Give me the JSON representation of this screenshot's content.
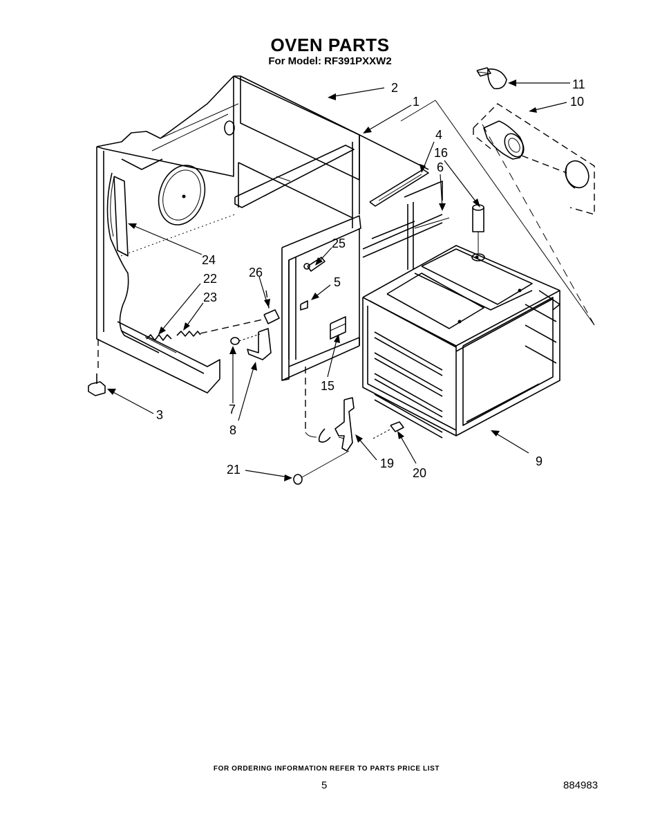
{
  "header": {
    "title": "OVEN PARTS",
    "model_line": "For Model: RF391PXXW2"
  },
  "callouts": [
    {
      "id": "c1",
      "label": "1"
    },
    {
      "id": "c2",
      "label": "2"
    },
    {
      "id": "c3",
      "label": "3"
    },
    {
      "id": "c4",
      "label": "4"
    },
    {
      "id": "c5",
      "label": "5"
    },
    {
      "id": "c6",
      "label": "6"
    },
    {
      "id": "c7",
      "label": "7"
    },
    {
      "id": "c8",
      "label": "8"
    },
    {
      "id": "c9",
      "label": "9"
    },
    {
      "id": "c10",
      "label": "10"
    },
    {
      "id": "c11",
      "label": "11"
    },
    {
      "id": "c15",
      "label": "15"
    },
    {
      "id": "c16",
      "label": "16"
    },
    {
      "id": "c19",
      "label": "19"
    },
    {
      "id": "c20",
      "label": "20"
    },
    {
      "id": "c21",
      "label": "21"
    },
    {
      "id": "c22",
      "label": "22"
    },
    {
      "id": "c23",
      "label": "23"
    },
    {
      "id": "c24",
      "label": "24"
    },
    {
      "id": "c25",
      "label": "25"
    },
    {
      "id": "c26",
      "label": "26"
    }
  ],
  "footer": {
    "ordering_note": "FOR ORDERING INFORMATION REFER TO PARTS PRICE LIST",
    "page_number": "5",
    "document_number": "884983"
  }
}
